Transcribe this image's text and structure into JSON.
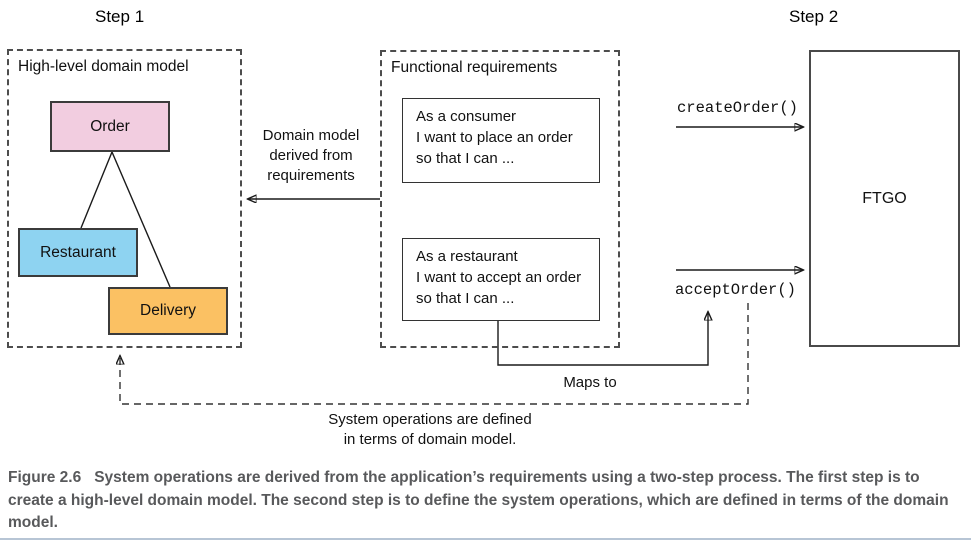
{
  "steps": {
    "step1": "Step 1",
    "step2": "Step 2"
  },
  "domain_model": {
    "title": "High-level domain model",
    "entities": [
      {
        "label": "Order",
        "fill": "#f2cde0"
      },
      {
        "label": "Restaurant",
        "fill": "#8ed3f1"
      },
      {
        "label": "Delivery",
        "fill": "#fbc163"
      }
    ]
  },
  "functional_requirements": {
    "title": "Functional requirements",
    "stories": [
      {
        "lines": [
          "As a consumer",
          "I want to place an order",
          "so that I can ..."
        ]
      },
      {
        "lines": [
          "As a restaurant",
          "I want to accept an order",
          "so that I can ..."
        ]
      }
    ]
  },
  "system_box": {
    "label": "FTGO"
  },
  "operations": {
    "create": "createOrder()",
    "accept": "acceptOrder()"
  },
  "annotations": {
    "derived": "Domain model derived from requirements",
    "maps_to": "Maps to",
    "system_ops": [
      "System operations are defined",
      "in terms of domain model."
    ]
  },
  "caption": {
    "label": "Figure 2.6",
    "text": "System operations are derived from the application’s requirements using a two-step process. The first step is to create a high-level domain model. The second step is to define the system operations, which are defined in terms of the domain model."
  },
  "colors": {
    "caption_text": "#58595b",
    "bottom_rule": "#b7c5d5"
  }
}
